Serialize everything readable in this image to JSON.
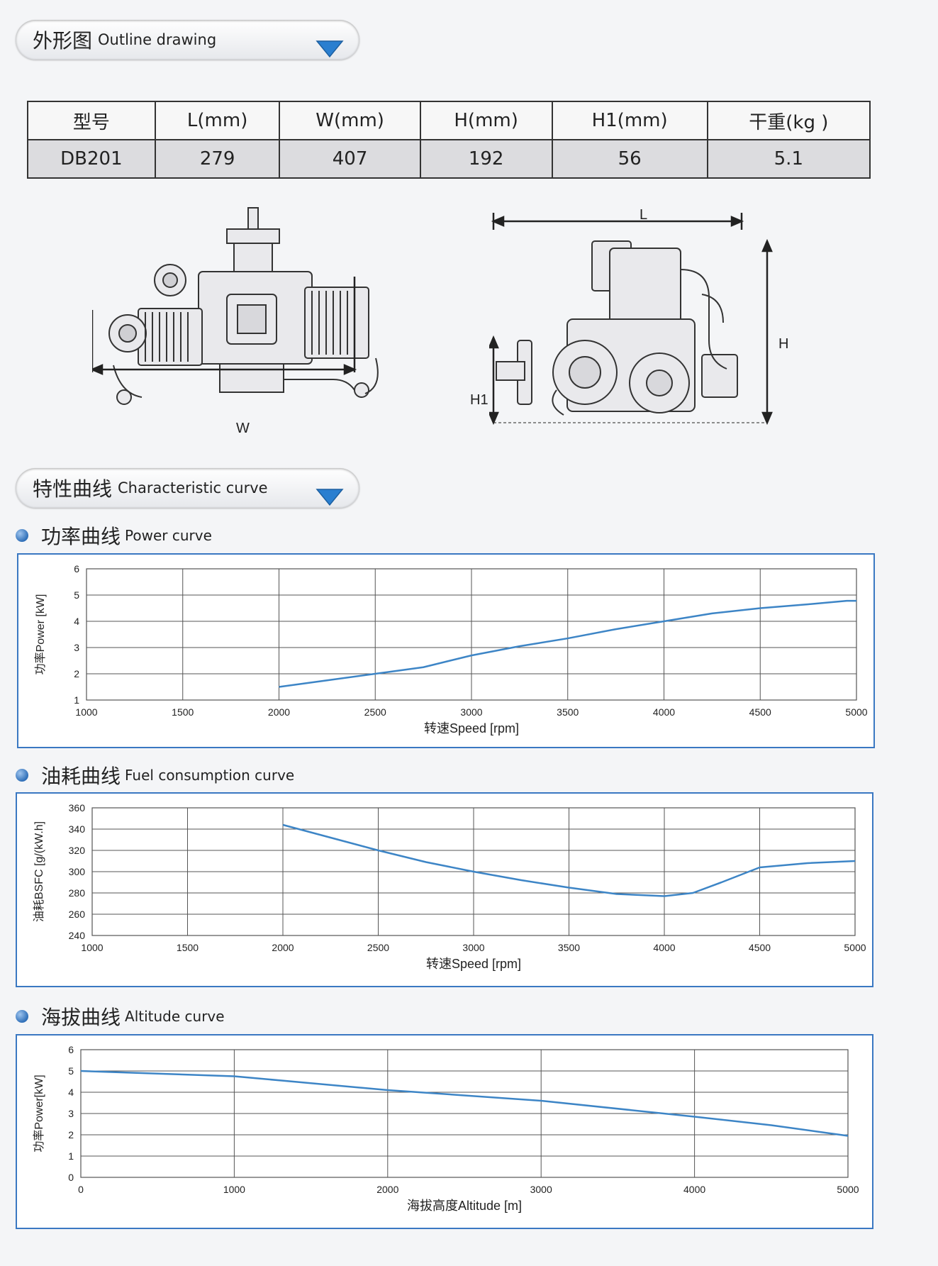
{
  "outline_section": {
    "zh": "外形图",
    "en": "Outline drawing"
  },
  "spec_table": {
    "headers": [
      "型号",
      "L(mm)",
      "W(mm)",
      "H(mm)",
      "H1(mm)",
      "干重(kg )"
    ],
    "row": [
      "DB201",
      "279",
      "407",
      "192",
      "56",
      "5.1"
    ]
  },
  "drawing_labels": {
    "w": "W",
    "l": "L",
    "h": "H",
    "h1": "H1"
  },
  "curve_section": {
    "zh": "特性曲线",
    "en": "Characteristic curve"
  },
  "power_curve": {
    "zh": "功率曲线",
    "en": "Power curve"
  },
  "fuel_curve": {
    "zh": "油耗曲线",
    "en": "Fuel consumption curve"
  },
  "altitude_curve": {
    "zh": "海拔曲线",
    "en": "Altitude curve"
  },
  "colors": {
    "accent": "#3a78c2",
    "line": "#3d85c6",
    "grid": "#555555"
  },
  "chart_data": [
    {
      "type": "line",
      "xlabel": "转速Speed [rpm]",
      "ylabel": "功率Power [kW]",
      "xlim": [
        1000,
        5000
      ],
      "ylim": [
        1,
        6
      ],
      "xticks": [
        1000,
        1500,
        2000,
        2500,
        3000,
        3500,
        4000,
        4500,
        5000
      ],
      "yticks": [
        1,
        2,
        3,
        4,
        5,
        6
      ],
      "grid": true,
      "series": [
        {
          "x": [
            2000,
            2250,
            2500,
            2750,
            3000,
            3250,
            3500,
            3750,
            4000,
            4250,
            4500,
            4750,
            4950,
            5000
          ],
          "y": [
            1.5,
            1.75,
            2.0,
            2.25,
            2.7,
            3.05,
            3.35,
            3.7,
            4.0,
            4.3,
            4.5,
            4.65,
            4.78,
            4.78
          ]
        }
      ]
    },
    {
      "type": "line",
      "xlabel": "转速Speed [rpm]",
      "ylabel": "油耗BSFC [g/(kW.h]",
      "xlim": [
        1000,
        5000
      ],
      "ylim": [
        240,
        360
      ],
      "xticks": [
        1000,
        1500,
        2000,
        2500,
        3000,
        3500,
        4000,
        4500,
        5000
      ],
      "yticks": [
        240,
        260,
        280,
        300,
        320,
        340,
        360
      ],
      "grid": true,
      "series": [
        {
          "x": [
            2000,
            2250,
            2500,
            2750,
            3000,
            3250,
            3500,
            3750,
            4000,
            4150,
            4300,
            4500,
            4750,
            5000
          ],
          "y": [
            344,
            332,
            320,
            309,
            300,
            292,
            285,
            279,
            277,
            280,
            290,
            304,
            308,
            310
          ]
        }
      ]
    },
    {
      "type": "line",
      "xlabel": "海拔高度Altitude [m]",
      "ylabel": "功率Power[kW]",
      "xlim": [
        0,
        5000
      ],
      "ylim": [
        0,
        6
      ],
      "xticks": [
        0,
        1000,
        2000,
        3000,
        4000,
        5000
      ],
      "yticks": [
        0,
        1,
        2,
        3,
        4,
        5,
        6
      ],
      "grid": true,
      "series": [
        {
          "x": [
            0,
            1000,
            2000,
            3000,
            4000,
            4500,
            5000
          ],
          "y": [
            5.0,
            4.75,
            4.1,
            3.6,
            2.85,
            2.45,
            1.95
          ]
        }
      ]
    }
  ]
}
